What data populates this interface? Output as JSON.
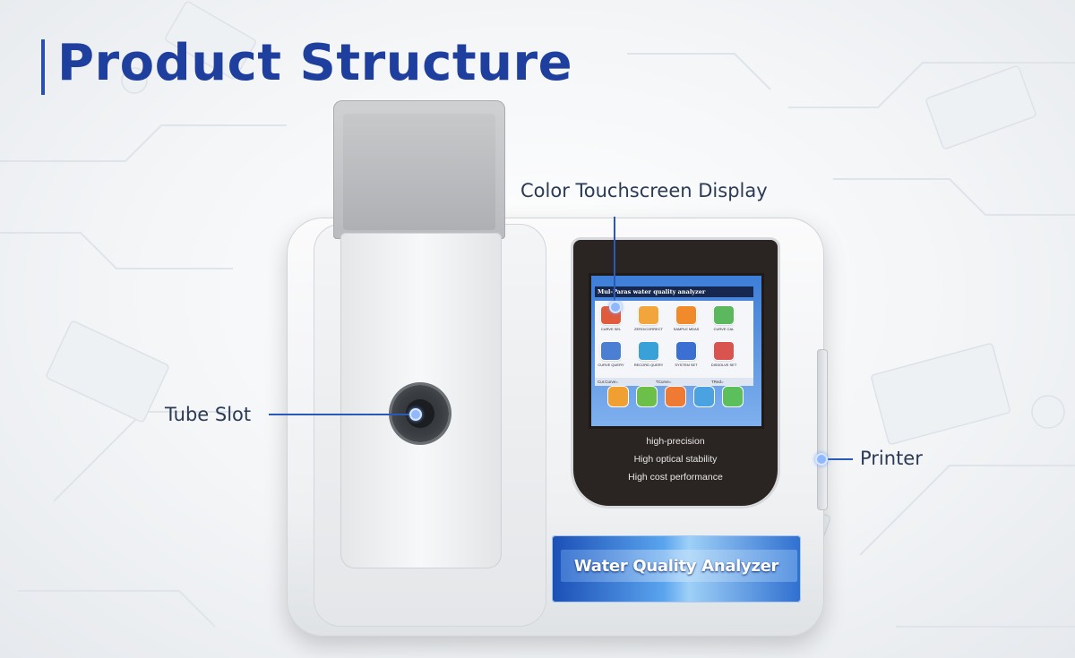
{
  "page": {
    "title": "Product Structure"
  },
  "callouts": {
    "display": "Color Touchscreen Display",
    "tube_slot": "Tube Slot",
    "printer": "Printer"
  },
  "device": {
    "screen": {
      "header": "Mul-Paras water quality analyzer",
      "icons": [
        {
          "label": "CURVE SEL",
          "color": "#e05a3c"
        },
        {
          "label": "ZERO/CORRECT",
          "color": "#f2a53b"
        },
        {
          "label": "SAMPLE MEAS",
          "color": "#f08a2a"
        },
        {
          "label": "CURVE CAL",
          "color": "#5cb85c"
        },
        {
          "label": "CURVE QUERY",
          "color": "#4a7fd4"
        },
        {
          "label": "RECORD QUERY",
          "color": "#3aa0d8"
        },
        {
          "label": "SYSTEM SET",
          "color": "#3b6fd1"
        },
        {
          "label": "DISSOLVE SET",
          "color": "#d9534f"
        }
      ],
      "footer": [
        "Cur.Curve=",
        "TCurve=",
        "TRed="
      ],
      "buttons": [
        {
          "name": "home",
          "color": "#f0a030"
        },
        {
          "name": "back",
          "color": "#6cc04a"
        },
        {
          "name": "settings",
          "color": "#ef7a33"
        },
        {
          "name": "upload",
          "color": "#4aa3e0"
        },
        {
          "name": "print",
          "color": "#5bbf5b"
        }
      ]
    },
    "panel_lines": [
      "high-precision",
      "High optical stability",
      "High cost performance"
    ],
    "brand_label": "Water Quality Analyzer"
  },
  "colors": {
    "title": "#1f3f9e",
    "accent_line": "#2a5ab8",
    "panel": "#2a2522",
    "brand_blue": "#1b4fb5"
  }
}
